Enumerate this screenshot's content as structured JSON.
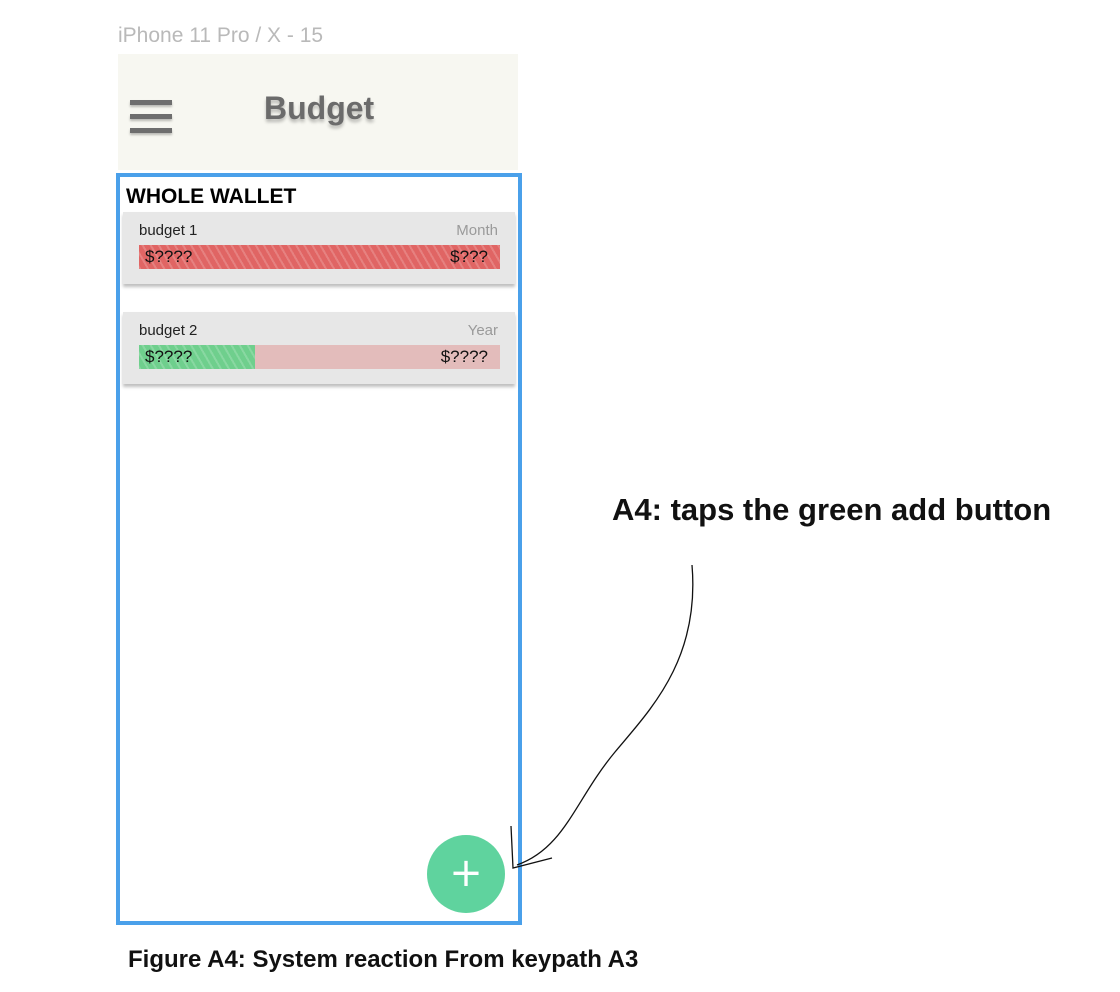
{
  "frame": {
    "label": "iPhone 11 Pro / X - 15"
  },
  "header": {
    "title": "Budget",
    "menu_icon": "hamburger-menu-icon"
  },
  "wallet": {
    "title": "WHOLE WALLET",
    "budgets": [
      {
        "name": "budget 1",
        "period": "Month",
        "spent": "$????",
        "limit": "$???",
        "progress": 1.0,
        "status": "over",
        "bar_color": "#e06564"
      },
      {
        "name": "budget 2",
        "period": "Year",
        "spent": "$????",
        "limit": "$????",
        "progress": 0.32,
        "status": "under",
        "bar_color": "#6fcf8d",
        "track_color": "#e3bcbb"
      }
    ]
  },
  "fab": {
    "symbol": "+",
    "color": "#5fd39e",
    "icon": "plus-icon"
  },
  "annotation": {
    "text": "A4: taps the  green add button"
  },
  "caption": {
    "text": "Figure A4: System reaction From keypath A3"
  },
  "colors": {
    "frame_border": "#4aa0ea",
    "header_bg": "#f7f7f1"
  }
}
